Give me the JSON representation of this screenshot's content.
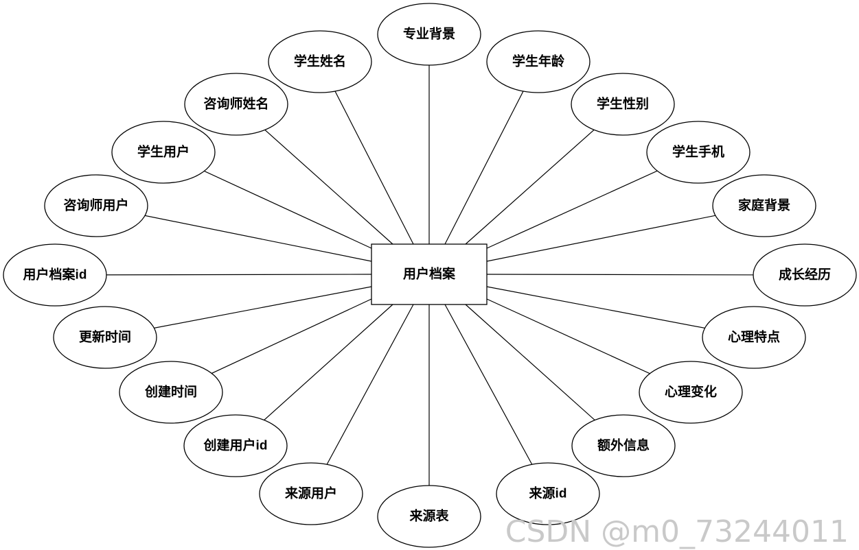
{
  "entity": {
    "label": "用户档案"
  },
  "attributes": [
    "专业背景",
    "学生年龄",
    "学生性别",
    "学生手机",
    "家庭背景",
    "成长经历",
    "心理特点",
    "心理变化",
    "额外信息",
    "来源id",
    "来源表",
    "来源用户",
    "创建用户id",
    "创建时间",
    "更新时间",
    "用户档案id",
    "咨询师用户",
    "学生用户",
    "咨询师姓名",
    "学生姓名"
  ],
  "watermark": "CSDN @m0_73244011"
}
